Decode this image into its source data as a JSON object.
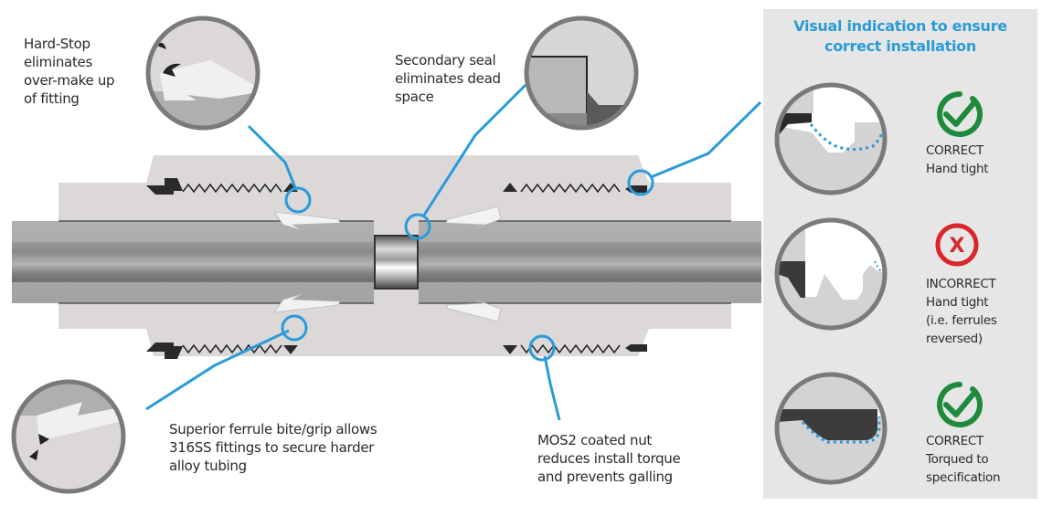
{
  "diagram": {
    "callouts": {
      "hard_stop": [
        "Hard-Stop",
        "eliminates",
        "over-make up",
        "of fitting"
      ],
      "secondary_seal": [
        "Secondary seal",
        "eliminates dead",
        "space"
      ],
      "ferrule_bite": [
        "Superior ferrule bite/grip allows",
        "316SS fittings to secure harder",
        "alloy tubing"
      ],
      "mos2_nut": [
        "MOS2 coated nut",
        "reduces install torque",
        "and prevents galling"
      ]
    },
    "colors": {
      "accent_blue": "#2a9bd8",
      "correct_green": "#1e8a3c",
      "incorrect_red": "#d9262a",
      "panel_bg": "#e6e6e6",
      "body_metal": "#dcd8d8",
      "tube_metal": "#a8a8a8",
      "lens_ring": "#7a7a7a"
    }
  },
  "panel": {
    "title_lines": [
      "Visual indication to ensure",
      "correct installation"
    ],
    "states": [
      {
        "icon": "check-circle-icon",
        "status": "CORRECT",
        "detail_lines": [
          "Hand tight"
        ]
      },
      {
        "icon": "x-circle-icon",
        "status": "INCORRECT",
        "detail_lines": [
          "Hand tight",
          "(i.e. ferrules",
          "reversed)"
        ]
      },
      {
        "icon": "check-circle-icon",
        "status": "CORRECT",
        "detail_lines": [
          "Torqued to",
          "specification"
        ]
      }
    ]
  }
}
